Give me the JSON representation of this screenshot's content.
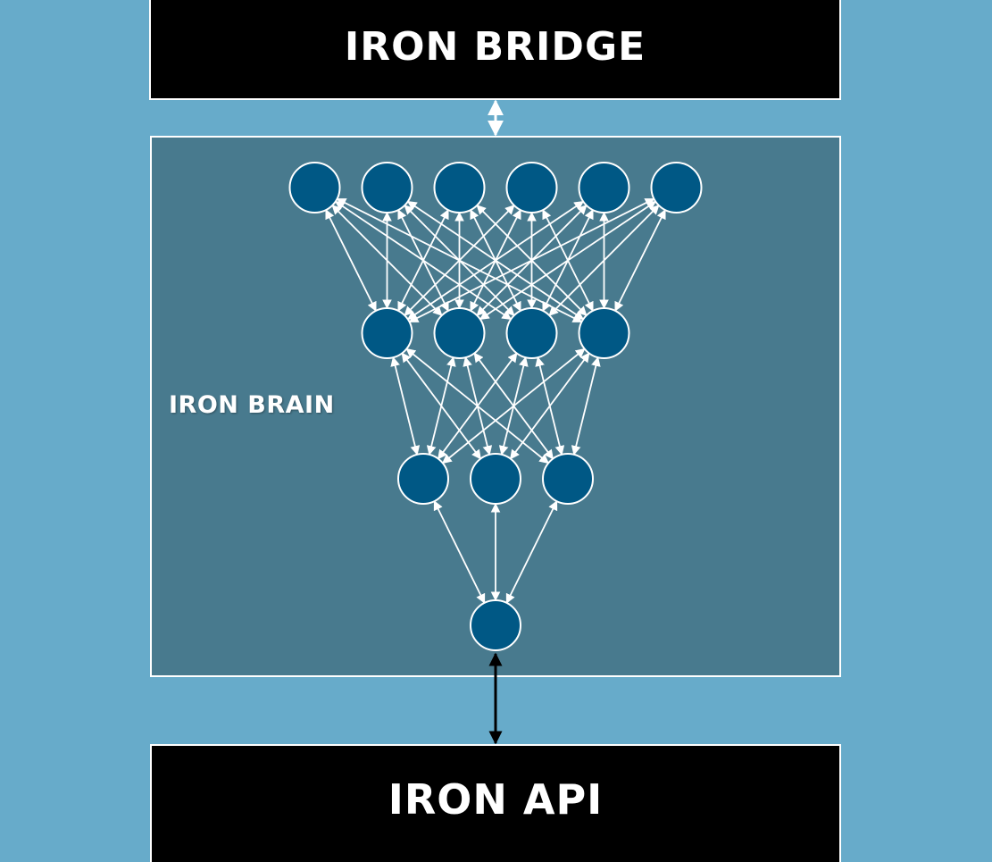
{
  "colors": {
    "background": "#67abca",
    "panel": "#487a8e",
    "block": "#000000",
    "node_fill": "#005885",
    "stroke": "#ffffff",
    "connector_dark": "#000000"
  },
  "blocks": {
    "bridge_label": "IRON BRIDGE",
    "api_label": "IRON API"
  },
  "brain": {
    "label": "IRON BRAIN"
  },
  "network": {
    "layers_top_to_bottom": [
      6,
      4,
      3,
      1
    ],
    "edges": "fully-connected between adjacent layers, arrowheads on both ends",
    "node_icon": "circle-node-icon"
  },
  "connectors": {
    "bridge_to_brain": "bidirectional white arrow",
    "brain_to_api": "bidirectional black arrow"
  }
}
